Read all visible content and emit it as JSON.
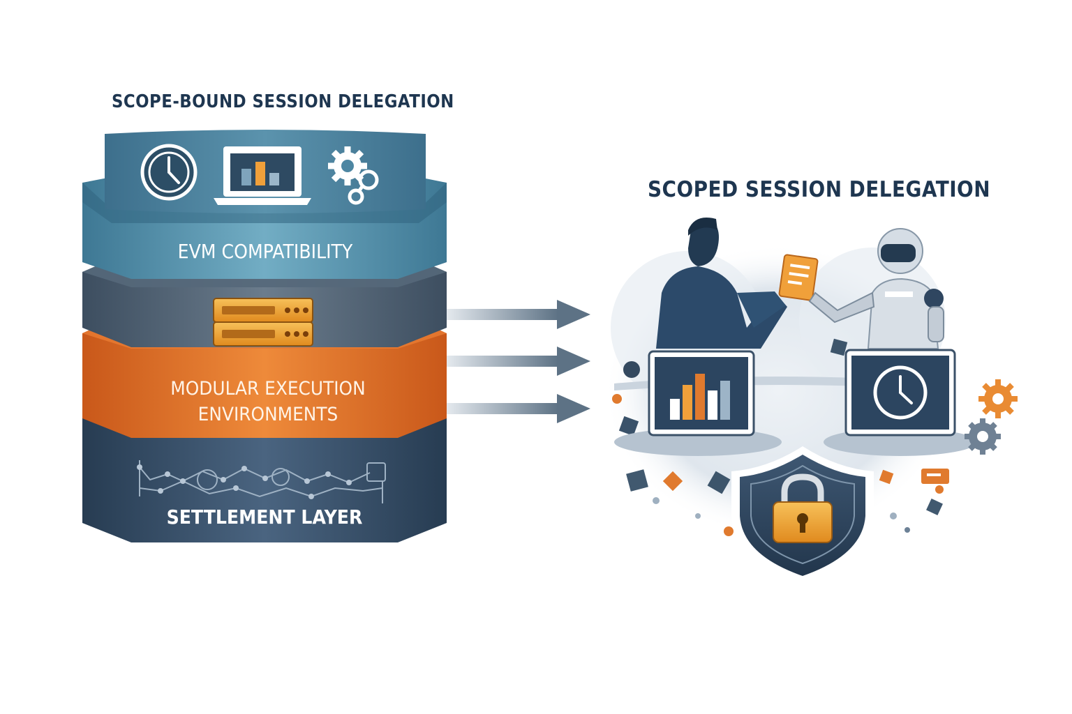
{
  "stack": {
    "title": "SCOPE-BOUND SESSION DELEGATION",
    "layers": [
      {
        "id": "top-panel",
        "label": "",
        "icons": [
          "clock-icon",
          "laptop-chart-icon",
          "gears-icon"
        ]
      },
      {
        "id": "evm",
        "label": "EVM COMPATIBILITY"
      },
      {
        "id": "server",
        "label": "",
        "icons": [
          "server-icon"
        ]
      },
      {
        "id": "modular",
        "label_line1": "MODULAR EXECUTION",
        "label_line2": "ENVIRONMENTS"
      },
      {
        "id": "settlement",
        "label": "SETTLEMENT LAYER",
        "icons": [
          "network-nodes-icon"
        ]
      }
    ]
  },
  "delegation": {
    "title": "SCOPED SESSION DELEGATION",
    "elements": [
      "person-icon",
      "robot-icon",
      "token-card-icon",
      "chart-monitor-icon",
      "clock-monitor-icon",
      "shield-lock-icon"
    ]
  },
  "arrows_count": 3,
  "colors": {
    "title": "#1e3650",
    "teal": "#4a8ea8",
    "slate": "#4b5e70",
    "orange": "#dc6a24",
    "navy": "#31475f",
    "gold": "#f0a63a"
  }
}
